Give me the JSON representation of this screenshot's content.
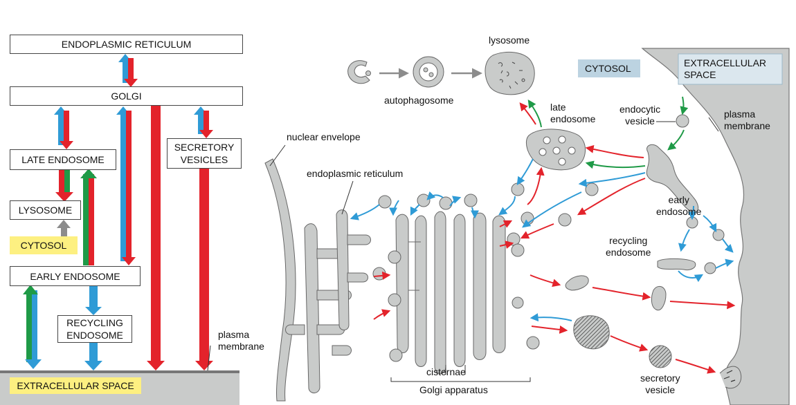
{
  "left_panel": {
    "endoplasmic_reticulum": "ENDOPLASMIC RETICULUM",
    "golgi": "GOLGI",
    "late_endosome": "LATE ENDOSOME",
    "secretory_vesicles_line1": "SECRETORY",
    "secretory_vesicles_line2": "VESICLES",
    "lysosome": "LYSOSOME",
    "cytosol": "CYTOSOL",
    "early_endosome": "EARLY ENDOSOME",
    "recycling_endosome_line1": "RECYCLING",
    "recycling_endosome_line2": "ENDOSOME",
    "extracellular_space": "EXTRACELLULAR SPACE",
    "plasma_membrane_line1": "plasma",
    "plasma_membrane_line2": "membrane"
  },
  "right_panel": {
    "lysosome": "lysosome",
    "autophagosome": "autophagosome",
    "cytosol": "CYTOSOL",
    "extracellular_line1": "EXTRACELLULAR",
    "extracellular_line2": "SPACE",
    "late_endosome_line1": "late",
    "late_endosome_line2": "endosome",
    "endocytic_vesicle_line1": "endocytic",
    "endocytic_vesicle_line2": "vesicle",
    "plasma_membrane_line1": "plasma",
    "plasma_membrane_line2": "membrane",
    "nuclear_envelope": "nuclear envelope",
    "endoplasmic_reticulum": "endoplasmic reticulum",
    "early_endosome_line1": "early",
    "early_endosome_line2": "endosome",
    "recycling_endosome_line1": "recycling",
    "recycling_endosome_line2": "endosome",
    "cisternae": "cisternae",
    "golgi_apparatus": "Golgi apparatus",
    "secretory_vesicle_line1": "secretory",
    "secretory_vesicle_line2": "vesicle"
  },
  "colors": {
    "red": "#e3232b",
    "blue": "#2f9bd6",
    "green": "#1f9a47",
    "gray": "#8c8c8c",
    "organelle": "#c9cbca",
    "label_yellow": "#fdf081",
    "label_blue": "#bcd3e1"
  }
}
